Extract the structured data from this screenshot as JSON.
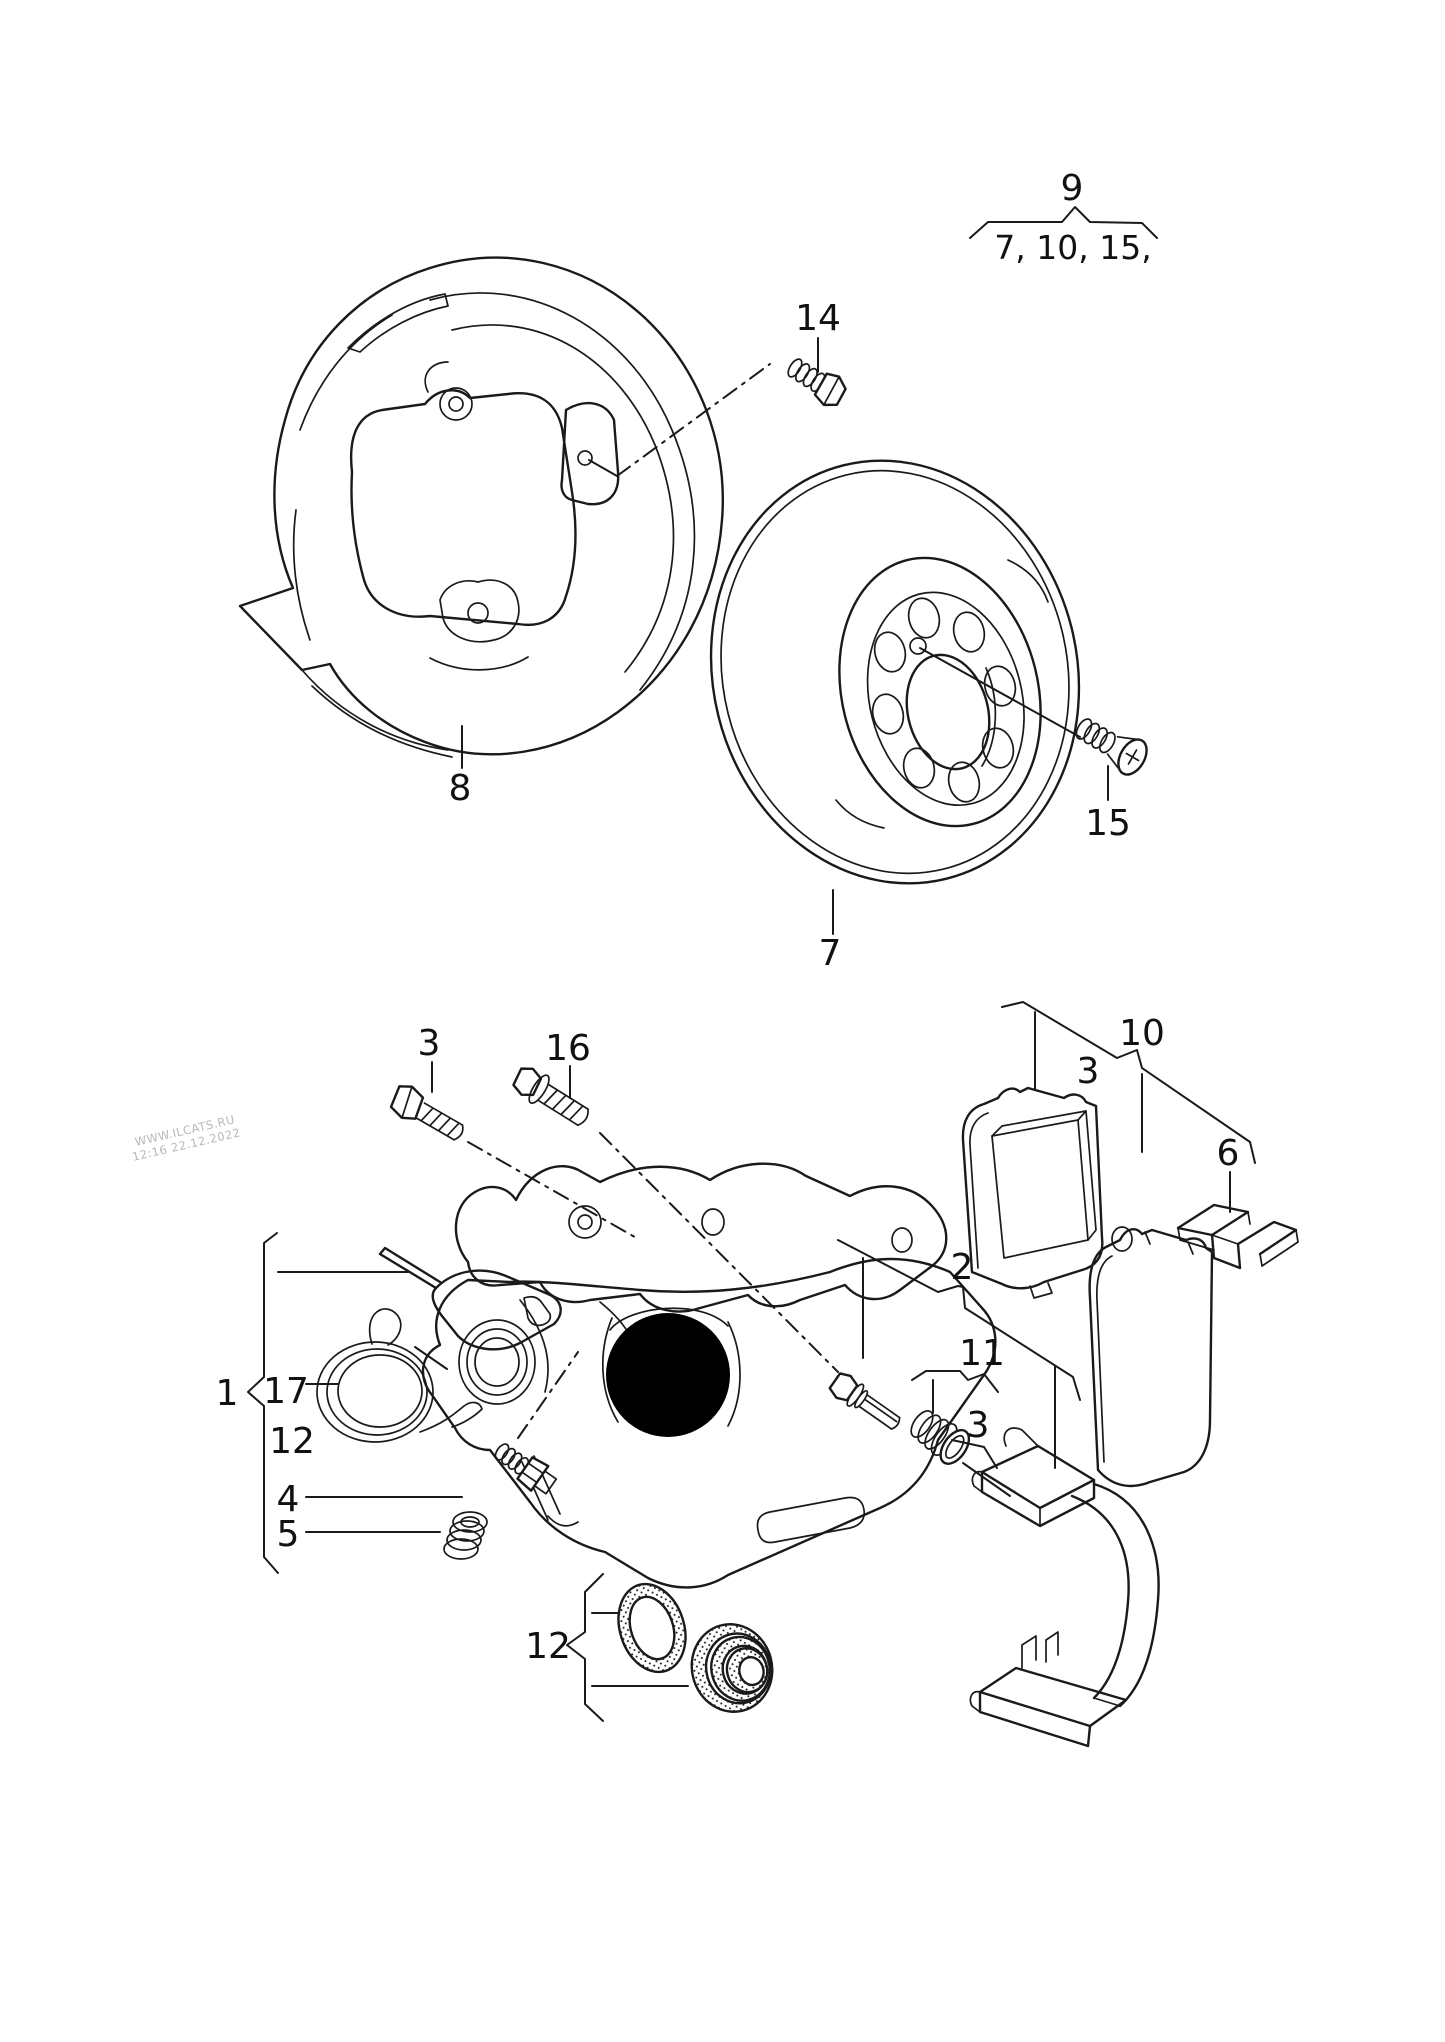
{
  "diagram": {
    "type": "exploded-parts-diagram",
    "subject": "rear disc brake: splash shield, brake disc, caliper, pads and mounting hardware",
    "watermark": {
      "site": "WWW.ILCATS.RU",
      "stamp": "12:16 22.12.2022"
    },
    "group9": {
      "label": "9",
      "items": "7, 10, 15,"
    },
    "callouts": {
      "splash_shield": "8",
      "bolt14": "14",
      "brake_disc": "7",
      "screw15": "15",
      "bolt3_upper": "3",
      "bolt16": "16",
      "pad_set": "10",
      "pad3": "3",
      "retainer_clip6": "6",
      "caliper_group1": "1",
      "spring17": "17",
      "repair_kit12": "12",
      "adjuster4": "4",
      "spring5": "5",
      "guide_pin_group2": "2",
      "sleeve_group11": "11",
      "sleeve3": "3",
      "seal_kit12": "12"
    },
    "colors": {
      "line": "#1a1a1a",
      "watermark": "#b8b8b8",
      "blackout": "#000000",
      "background": "#ffffff"
    }
  }
}
